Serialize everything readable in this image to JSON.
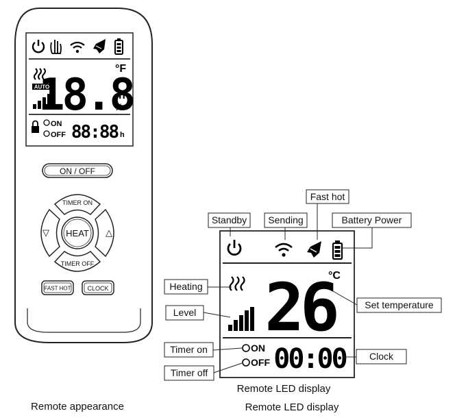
{
  "remote": {
    "display": {
      "temperature": "18.8",
      "unit_f": "°F",
      "unit_h": "h",
      "unit_pct": "%",
      "auto_badge": "AUTO",
      "timer_on": "ON",
      "timer_off": "OFF",
      "clock": "88:88",
      "clock_unit": "h"
    },
    "buttons": {
      "on_off": "ON / OFF",
      "timer_on": "TIMER ON",
      "heat": "HEAT",
      "timer_off": "TIMER OFF",
      "fast_hot": "FAST HOT",
      "clock": "CLOCK",
      "left_arrow": "▽",
      "right_arrow": "△"
    },
    "caption": "Remote appearance"
  },
  "led": {
    "temperature": "26",
    "unit_c": "°C",
    "timer_on": "ON",
    "timer_off": "OFF",
    "clock": "00:00",
    "caption_top": "Remote LED display",
    "caption_bottom": "Remote LED display"
  },
  "callouts": {
    "standby": "Standby",
    "sending": "Sending",
    "fast_hot": "Fast hot",
    "battery_power": "Battery Power",
    "heating": "Heating",
    "level": "Level",
    "set_temperature": "Set temperature",
    "timer_on": "Timer on",
    "timer_off": "Timer off",
    "clock": "Clock"
  }
}
